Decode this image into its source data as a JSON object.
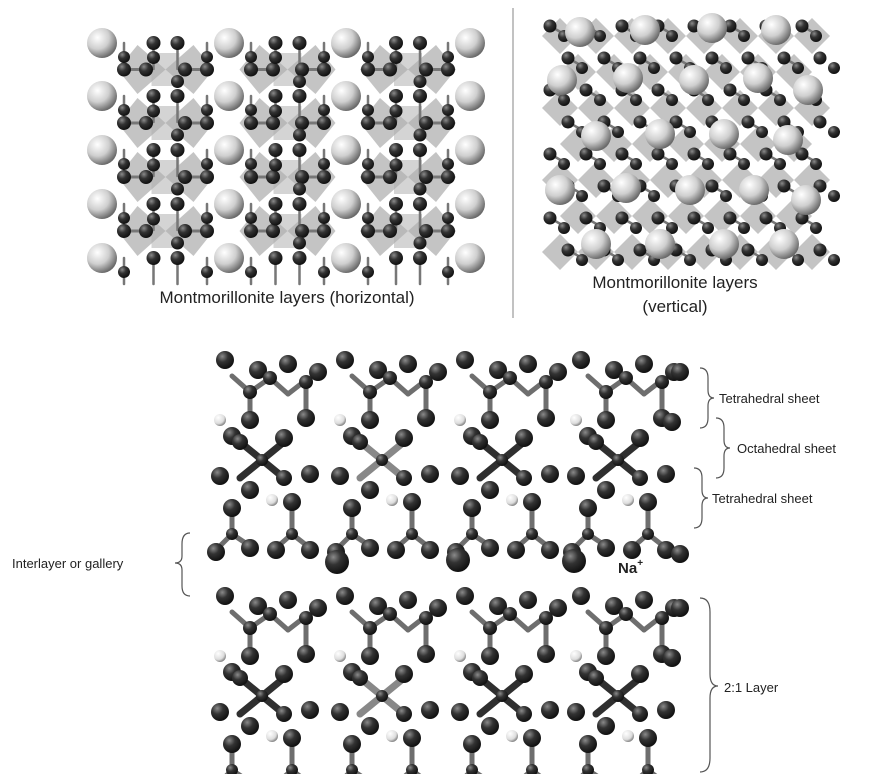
{
  "top_left_caption": "Montmorillonite layers (horizontal)",
  "top_right_caption_line1": "Montmorillonite layers",
  "top_right_caption_line2": "(vertical)",
  "labels": {
    "tetrahedral_top": "Tetrahedral sheet",
    "octahedral": "Octahedral sheet",
    "tetrahedral_bottom": "Tetrahedral sheet",
    "interlayer": "Interlayer or gallery",
    "cation": "Na",
    "cation_charge": "+",
    "layer": "2:1 Layer"
  },
  "colors": {
    "large_atom": "#d9d9d9",
    "dark_atom": "#2a2a2a",
    "hydrogen": "#e8e8e8",
    "polyhedra": "#8a8a8a",
    "bond": "#777777",
    "bracket": "#555555"
  }
}
